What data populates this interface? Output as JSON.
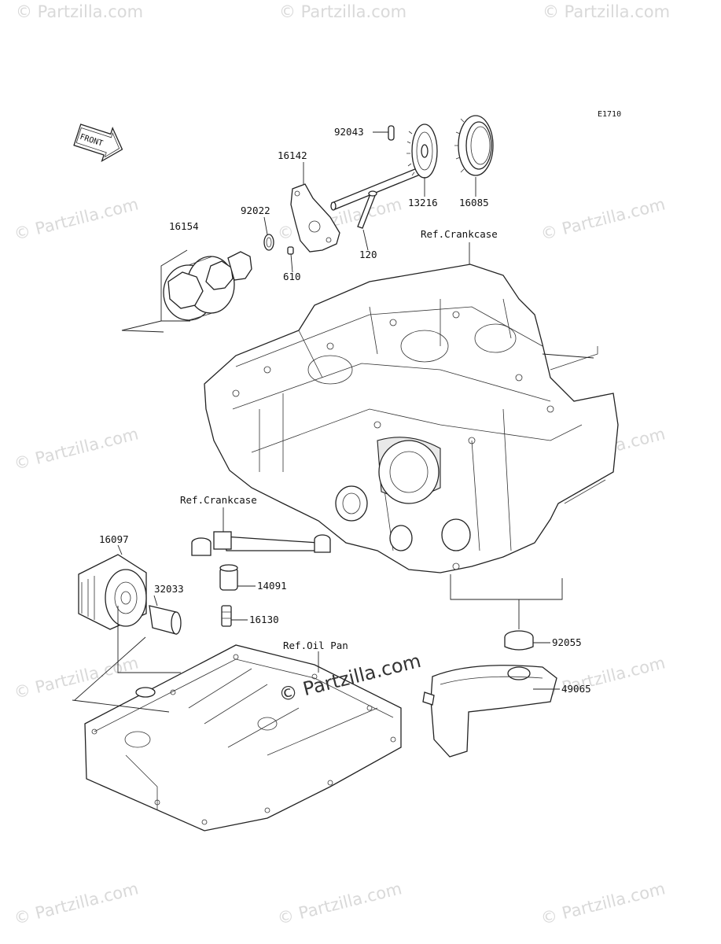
{
  "diagram": {
    "code": "E1710",
    "front_label": "FRONT",
    "parts": [
      {
        "id": "92043"
      },
      {
        "id": "16142"
      },
      {
        "id": "13216"
      },
      {
        "id": "16085"
      },
      {
        "id": "92022"
      },
      {
        "id": "16154"
      },
      {
        "id": "120"
      },
      {
        "id": "610"
      },
      {
        "id": "16097"
      },
      {
        "id": "32033"
      },
      {
        "id": "14091"
      },
      {
        "id": "16130"
      },
      {
        "id": "92055"
      },
      {
        "id": "49065"
      }
    ],
    "references": {
      "crankcase_top": "Ref.Crankcase",
      "crankcase_left": "Ref.Crankcase",
      "oil_pan": "Ref.Oil Pan"
    },
    "watermark": "© Partzilla.com",
    "center_watermark": "© Partzilla.com"
  }
}
